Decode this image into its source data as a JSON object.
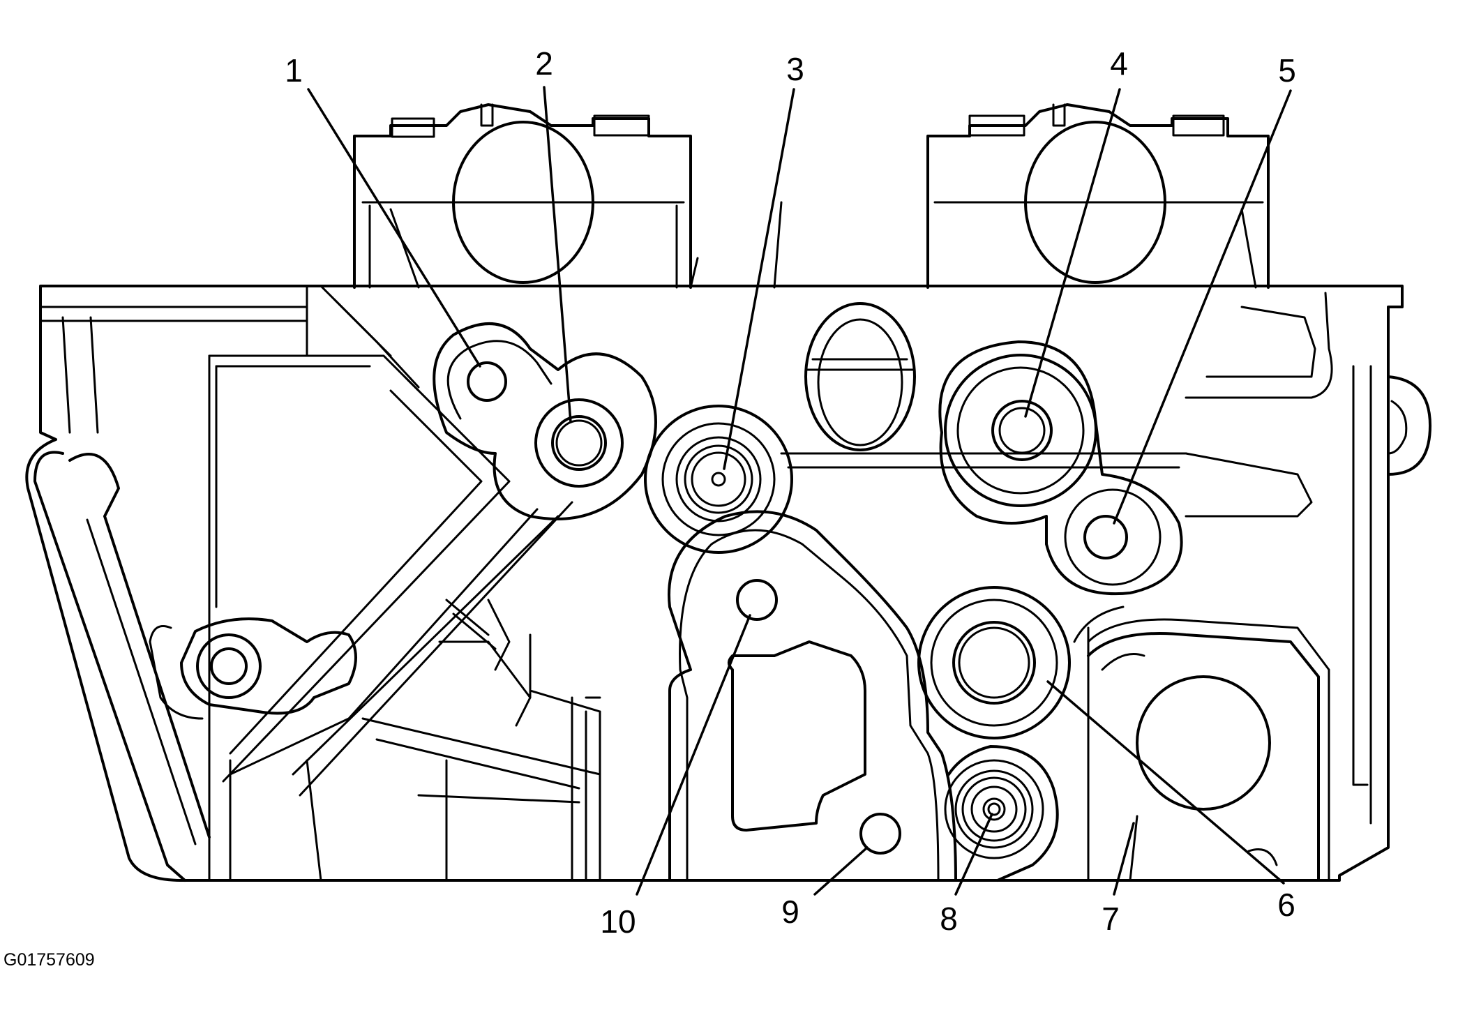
{
  "figure": {
    "figure_id": "G01757609",
    "callouts": [
      "1",
      "2",
      "3",
      "4",
      "5",
      "6",
      "7",
      "8",
      "9",
      "10"
    ]
  },
  "colors": {
    "line": "#000000",
    "background": "#ffffff"
  }
}
